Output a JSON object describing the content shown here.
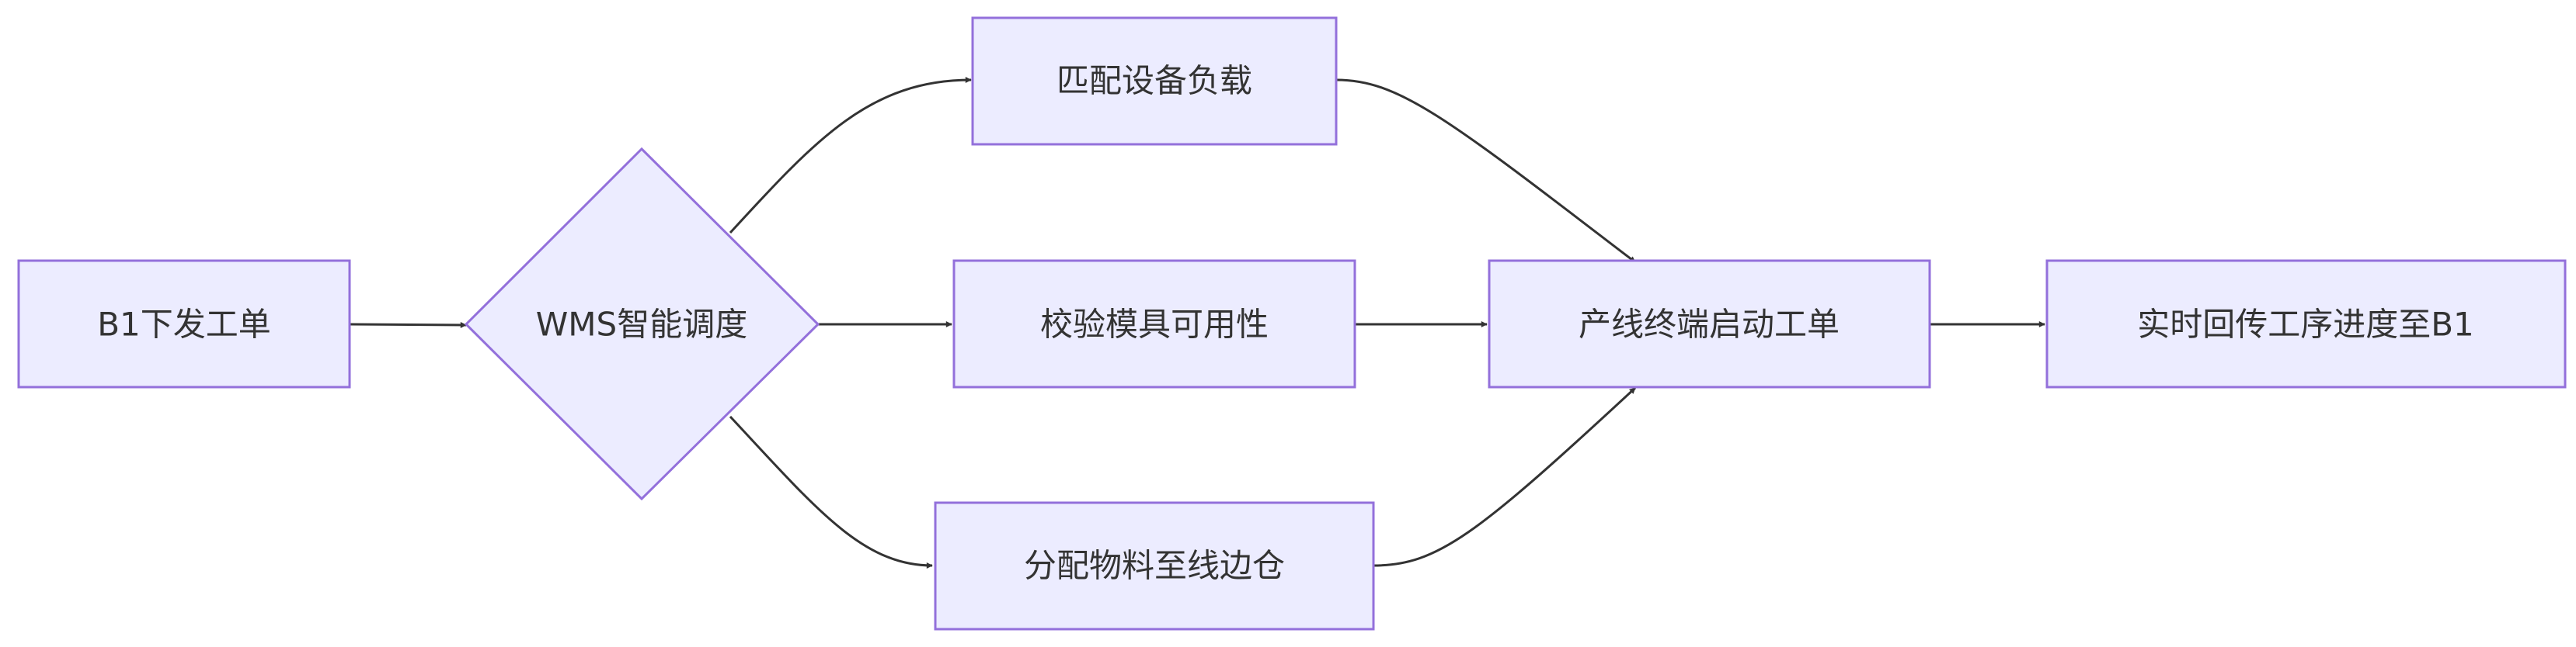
{
  "diagram": {
    "nodes": [
      {
        "id": "a",
        "shape": "rect",
        "label": "B1下发工单"
      },
      {
        "id": "b",
        "shape": "diamond",
        "label": "WMS智能调度"
      },
      {
        "id": "c",
        "shape": "rect",
        "label": "匹配设备负载"
      },
      {
        "id": "d",
        "shape": "rect",
        "label": "校验模具可用性"
      },
      {
        "id": "e",
        "shape": "rect",
        "label": "分配物料至线边仓"
      },
      {
        "id": "f",
        "shape": "rect",
        "label": "产线终端启动工单"
      },
      {
        "id": "g",
        "shape": "rect",
        "label": "实时回传工序进度至B1"
      }
    ],
    "edges": [
      {
        "from": "a",
        "to": "b"
      },
      {
        "from": "b",
        "to": "c"
      },
      {
        "from": "b",
        "to": "d"
      },
      {
        "from": "b",
        "to": "e"
      },
      {
        "from": "c",
        "to": "f"
      },
      {
        "from": "d",
        "to": "f"
      },
      {
        "from": "e",
        "to": "f"
      },
      {
        "from": "f",
        "to": "g"
      }
    ],
    "colors": {
      "node_fill": "#ECECFF",
      "node_stroke": "#9370DB",
      "edge": "#333333",
      "text": "#333333"
    }
  }
}
